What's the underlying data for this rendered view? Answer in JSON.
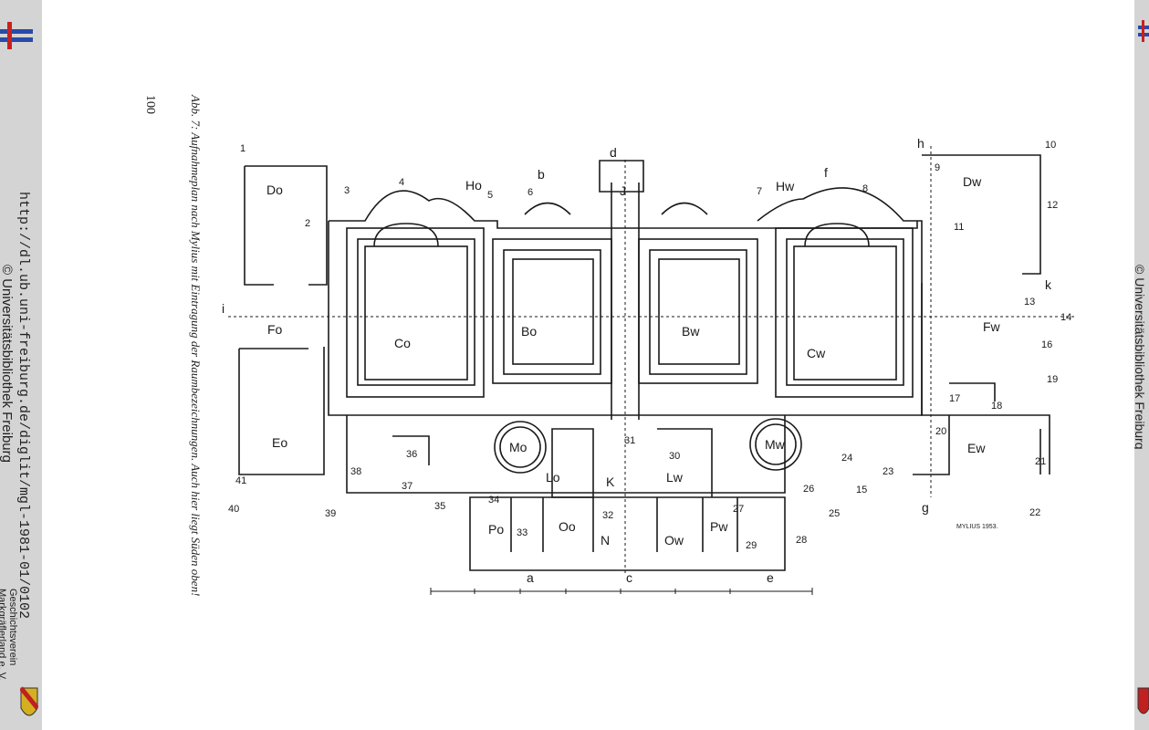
{
  "viewer": {
    "url_text": "http://dl.ub.uni-freiburg.de/diglit/mgl-1981-01/0102",
    "copyright_text": "© Universitätsbibliothek Freiburg",
    "publisher_line1": "Geschichtsverein",
    "publisher_line2": "Markgräflerland e. V.",
    "right_strip_text": "© Universitätsbibliothek Freiburg"
  },
  "page": {
    "number": "100",
    "caption": "Abb. 7: Aufnahmeplan nach Mylius mit Eintragung der Raumbezeichnungen. Auch hier liegt Süden oben!",
    "signature": "MYLIUS 1953."
  },
  "plan": {
    "rooms": {
      "Do": "Do",
      "Fo": "Fo",
      "Eo": "Eo",
      "Co": "Co",
      "Ho": "Ho",
      "Bo": "Bo",
      "Bw": "Bw",
      "Cw": "Cw",
      "Hw": "Hw",
      "Dw": "Dw",
      "Fw": "Fw",
      "Ew": "Ew",
      "Mo": "Mo",
      "Mw": "Mw",
      "Lo": "Lo",
      "Lw": "Lw",
      "K": "K",
      "J": "J",
      "Po": "Po",
      "Oo": "Oo",
      "N": "N",
      "Ow": "Ow",
      "Pw": "Pw"
    },
    "axes": {
      "a": "a",
      "b": "b",
      "c": "c",
      "d": "d",
      "e": "e",
      "f": "f",
      "g": "g",
      "h": "h",
      "i": "i",
      "k": "k"
    },
    "numbers": [
      "1",
      "2",
      "3",
      "4",
      "5",
      "6",
      "7",
      "8",
      "9",
      "10",
      "11",
      "12",
      "13",
      "14",
      "15",
      "16",
      "17",
      "18",
      "19",
      "20",
      "21",
      "22",
      "23",
      "24",
      "25",
      "26",
      "27",
      "28",
      "29",
      "30",
      "31",
      "32",
      "33",
      "34",
      "35",
      "36",
      "37",
      "38",
      "39",
      "40",
      "41"
    ]
  }
}
